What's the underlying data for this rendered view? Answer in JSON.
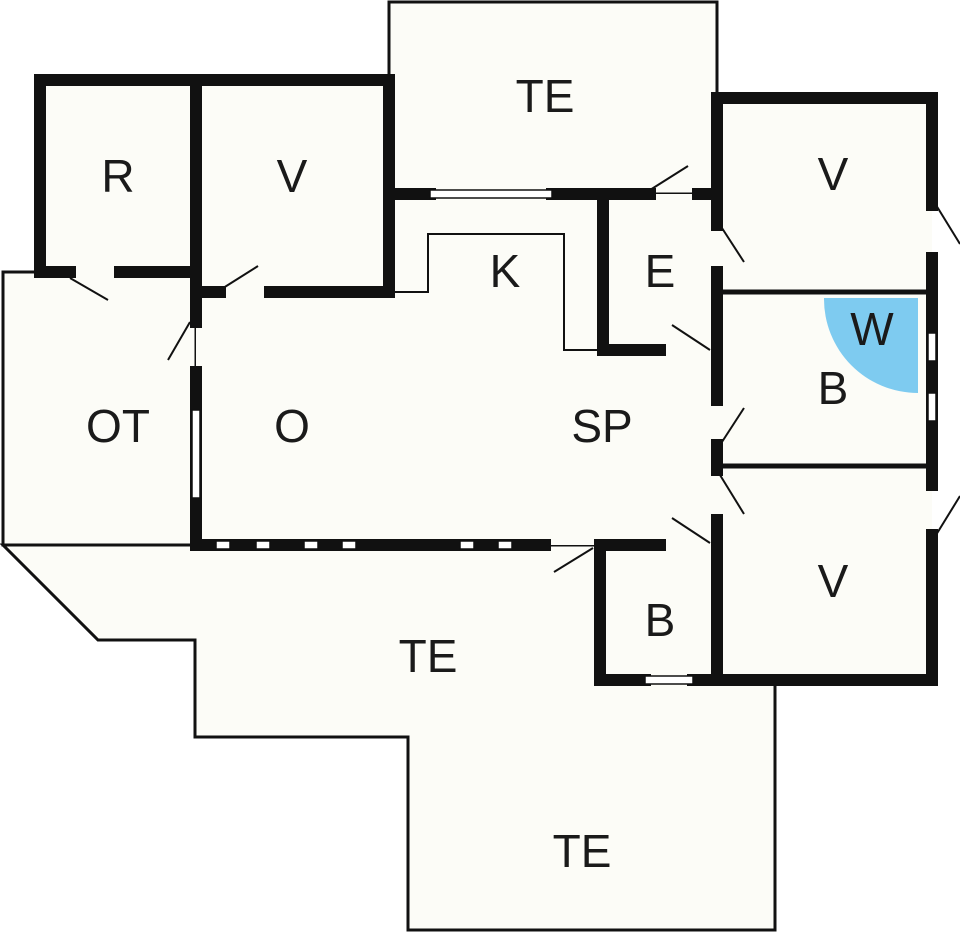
{
  "rooms": {
    "terrace_top": "TE",
    "r": "R",
    "v_top_left": "V",
    "v_top_right": "V",
    "k": "K",
    "e": "E",
    "w": "W",
    "b_right": "B",
    "ot": "OT",
    "o": "O",
    "sp": "SP",
    "v_bottom_right": "V",
    "b_small": "B",
    "terrace_mid": "TE",
    "terrace_bottom": "TE"
  },
  "colors": {
    "wardrobe": "#7ecbf0",
    "floor": "#fcfcf7",
    "wall": "#111111"
  }
}
